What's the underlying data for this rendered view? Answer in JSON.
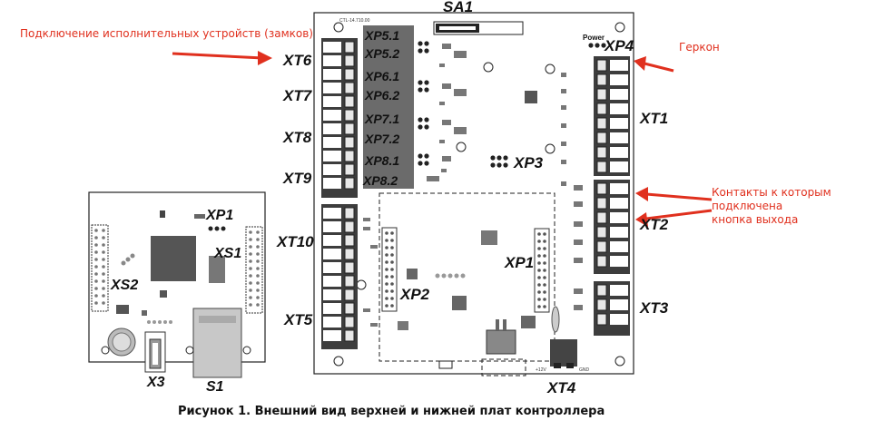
{
  "labels": {
    "sa1": "SA1",
    "xt6": "XT6",
    "xt7": "XT7",
    "xt8": "XT8",
    "xt9": "XT9",
    "xt10": "XT10",
    "xt5": "XT5",
    "xt1": "XT1",
    "xt2": "XT2",
    "xt3": "XT3",
    "xt4": "XT4",
    "xp1_top": "XP1",
    "xp2": "XP2",
    "xp3": "XP3",
    "xp4": "XP4",
    "xp5_1": "XP5.1",
    "xp5_2": "XP5.2",
    "xp6_1": "XP6.1",
    "xp6_2": "XP6.2",
    "xp7_1": "XP7.1",
    "xp7_2": "XP7.2",
    "xp8_1": "XP8.1",
    "xp8_2": "XP8.2",
    "power": "Power",
    "xp1_bottom": "XP1",
    "xs1": "XS1",
    "xs2": "XS2",
    "x3": "X3",
    "s1": "S1",
    "board_id": "CTL-14.710.00",
    "plus12v": "+12V",
    "gnd": "GND"
  },
  "annotations": {
    "locks": "Подключение исполнительных устройств (замков)",
    "reed": "Геркон",
    "exit_button": [
      "Контакты к которым",
      "подключена",
      "кнопка выхода"
    ]
  },
  "caption": "Рисунок 1. Внешний вид верхней и нижней плат контроллера",
  "colors": {
    "arrow": "#e0301e",
    "annotation_text": "#e0301e",
    "relay_block": "#6b6b6b",
    "terminal_green": "#2f6f3a",
    "board_outline": "#222222"
  }
}
